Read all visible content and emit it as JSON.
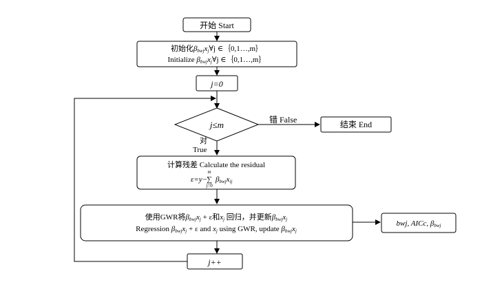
{
  "nodes": {
    "start": {
      "label": "开始 Start"
    },
    "init": {
      "line1_prefix": "初始化",
      "line1_suffix": "∀j ∈｛0,1…,m｝",
      "line2_prefix": "Initialize ",
      "line2_suffix": "∀j ∈｛0,1…,m｝"
    },
    "set_j": {
      "label": "j=0"
    },
    "decision": {
      "label": "j≤m"
    },
    "end": {
      "label": "结束 End"
    },
    "residual": {
      "line1": "计算残差 Calculate the residual",
      "formula_lhs": "ε=y−",
      "sum_upper": "m",
      "sum_lower": "j=0"
    },
    "regression": {
      "line1_prefix": "使用GWR将",
      "line1_mid": " + ε和",
      "line1_suffix": " 回归，并更新",
      "line2_prefix": "Regression ",
      "line2_mid": " + ε and ",
      "line2_mid2": " using GWR, update "
    },
    "output": {
      "label": "bwj, AICc, "
    },
    "increment": {
      "label": "j++"
    }
  },
  "edges": {
    "false_label": "错 False",
    "true_label_cn": "对",
    "true_label_en": "True"
  },
  "symbols": {
    "beta": "β",
    "beta_sub": "bwj",
    "x": "x",
    "x_sub_j": "j",
    "x_sub_ij": "ij"
  }
}
